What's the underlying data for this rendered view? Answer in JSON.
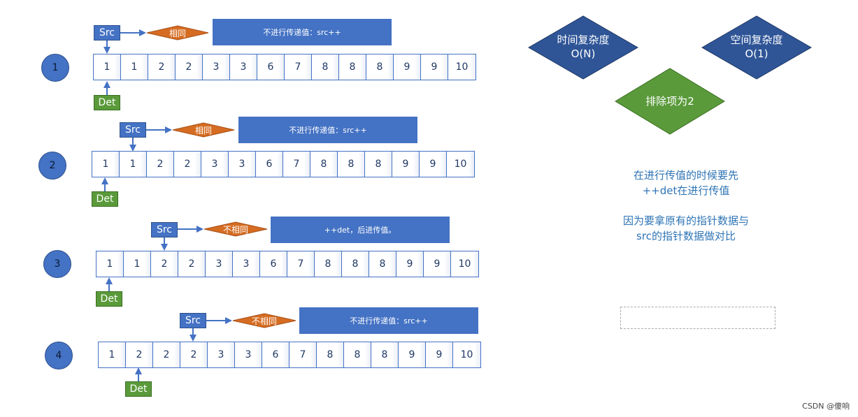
{
  "rows": [
    {
      "step": "1",
      "values": [
        "1",
        "1",
        "2",
        "2",
        "3",
        "3",
        "6",
        "7",
        "8",
        "8",
        "8",
        "9",
        "9",
        "10"
      ],
      "src_label": "Src",
      "compare": "相同",
      "action": "不进行传递值：src++",
      "det_label": "Det"
    },
    {
      "step": "2",
      "values": [
        "1",
        "1",
        "2",
        "2",
        "3",
        "3",
        "6",
        "7",
        "8",
        "8",
        "8",
        "9",
        "9",
        "10"
      ],
      "src_label": "Src",
      "compare": "相同",
      "action": "不进行传递值：src++",
      "det_label": "Det"
    },
    {
      "step": "3",
      "values": [
        "1",
        "1",
        "2",
        "2",
        "3",
        "3",
        "6",
        "7",
        "8",
        "8",
        "8",
        "9",
        "9",
        "10"
      ],
      "src_label": "Src",
      "compare": "不相同",
      "action": "++det，后进传值。",
      "det_label": "Det"
    },
    {
      "step": "4",
      "values": [
        "1",
        "2",
        "2",
        "2",
        "3",
        "3",
        "6",
        "7",
        "8",
        "8",
        "8",
        "9",
        "9",
        "10"
      ],
      "src_label": "Src",
      "compare": "不相同",
      "action": "不进行传递值：src++",
      "det_label": "Det"
    }
  ],
  "complexity": {
    "time_title": "时间复杂度",
    "time_value": "O(N)",
    "space_title": "空间复杂度",
    "space_value": "O(1)",
    "exclude": "排除项为2"
  },
  "notes": {
    "line1": "在进行传值的时候要先",
    "line2": "++det在进行传值",
    "line3": "因为要拿原有的指针数据与",
    "line4": "src的指针数据做对比"
  },
  "watermark": "CSDN @傻响",
  "colors": {
    "blue": "#4472c4",
    "orange": "#d56c22",
    "green": "#5a9a3a",
    "note": "#2e74b5"
  }
}
